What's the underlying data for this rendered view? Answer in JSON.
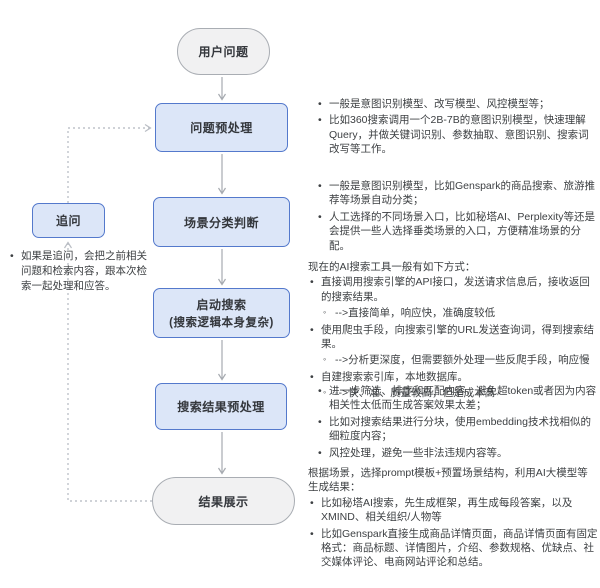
{
  "colors": {
    "node_blue_fill": "#dce6f8",
    "node_blue_border": "#5479cc",
    "node_gray_fill": "#f1f1f2",
    "node_gray_border": "#a9adb3",
    "arrow_gray": "#a6aab0",
    "dashed_gray": "#bfc3ca",
    "text": "#3d4043"
  },
  "flow": {
    "user_question": "用户问题",
    "preprocess": "问题预处理",
    "scene_classify": "场景分类判断",
    "search_label": "启动搜索",
    "search_sublabel": "(搜索逻辑本身复杂)",
    "result_preprocess": "搜索结果预处理",
    "result_display": "结果展示",
    "followup": "追问"
  },
  "left_note": "如果是追问，会把之前相关问题和检索内容，跟本次检索一起处理和应答。",
  "annotations": {
    "preprocess": {
      "bullets": [
        "一般是意图识别模型、改写模型、风控模型等；",
        "比如360搜索调用一个2B-7B的意图识别模型，快速理解Query，并做关键词识别、参数抽取、意图识别、搜索词改写等工作。"
      ]
    },
    "scene": {
      "bullets": [
        "一般是意图识别模型，比如Genspark的商品搜索、旅游推荐等场景自动分类；",
        "人工选择的不同场景入口，比如秘塔AI、Perplexity等还是会提供一些人选择垂类场景的入口，方便精准场景的分配。"
      ]
    },
    "search": {
      "header": "现在的AI搜索工具一般有如下方式：",
      "bullets": [
        {
          "text": "直接调用搜索引擎的API接口，发送请求信息后，接收返回的搜索结果。",
          "sub": "-->直接简单，响应快，准确度较低"
        },
        {
          "text": "使用爬虫手段，向搜索引擎的URL发送查询词，得到搜索结果。",
          "sub": "-->分析更深度，但需要额外处理一些反爬手段，响应慢"
        },
        {
          "text": "自建搜索索引库，本地数据库。",
          "sub": "-->快、准、质量较高，但是成本高"
        }
      ]
    },
    "result_preprocess": {
      "bullets": [
        "进一步筛选、排序和匹配内容，避免超token或者因为内容相关性太低而生成答案效果太差；",
        "比如对搜索结果进行分块，使用embedding技术找相似的细粒度内容；",
        "风控处理，避免一些非法违规内容等。"
      ]
    },
    "result_display": {
      "header": "根据场景，选择prompt模板+预置场景结构，利用AI大模型等生成结果：",
      "bullets": [
        "比如秘塔AI搜索，先生成框架，再生成每段答案，以及XMIND、相关组织/人物等",
        "比如Genspark直接生成商品详情页面，商品详情页面有固定格式：商品标题、详情图片，介绍、参数规格、优缺点、社交媒体评论、电商网站评论和总结。"
      ]
    }
  }
}
